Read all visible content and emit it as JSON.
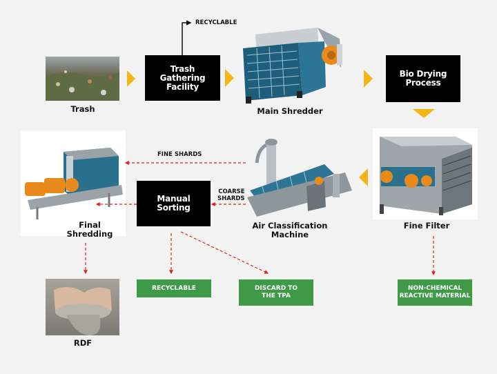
{
  "nodes": {
    "trash": "Trash",
    "trash_gathering": "Trash\nGathering\nFacility",
    "main_shredder": "Main Shredder",
    "bio_drying": "Bio Drying\nProcess",
    "fine_filter": "Fine Filter",
    "air_classification": "Air Classification\nMachine",
    "manual_sorting": "Manual\nSorting",
    "final_shredding": "Final\nShredding",
    "rdf": "RDF"
  },
  "edge_labels": {
    "recyclable_top": "RECYCLABLE",
    "fine_shards": "FINE SHARDS",
    "coarse_shards": "COARSE\nSHARDS"
  },
  "outputs": {
    "recyclable": "RECYCLABLE",
    "discard": "DISCARD TO\nTHE TPA",
    "non_chemical": "NON-CHEMICAL\nREACTIVE MATERIAL"
  },
  "colors": {
    "arrow_yellow": "#f5b417",
    "dash_red": "#e0201f",
    "green": "#3f9a48",
    "box_black": "#000000"
  }
}
